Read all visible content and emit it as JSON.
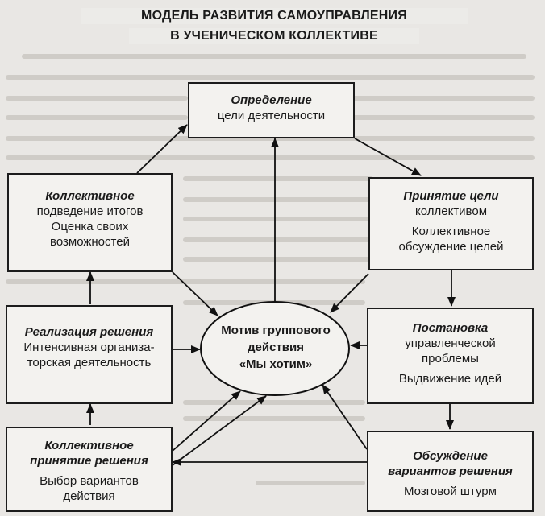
{
  "title": {
    "line1": "МОДЕЛЬ РАЗВИТИЯ САМОУПРАВЛЕНИЯ",
    "line2": "В УЧЕНИЧЕСКОМ  КОЛЛЕКТИВЕ"
  },
  "center": {
    "line1": "Мотив группового",
    "line2": "действия",
    "line3": "«Мы хотим»"
  },
  "boxes": {
    "definition": {
      "heading": "Определение",
      "text1": "цели деятельности"
    },
    "goal_acceptance": {
      "heading": "Принятие цели",
      "text1": "коллективом",
      "text2": "Коллективное",
      "text3": "обсуждение целей"
    },
    "problem_statement": {
      "heading": "Постановка",
      "text1": "управленческой",
      "text2": "проблемы",
      "text3": "Выдвижение идей"
    },
    "options_discussion": {
      "heading1": "Обсуждение",
      "heading2": "вариантов решения",
      "text1": "Мозговой штурм"
    },
    "collective_decision": {
      "heading1": "Коллективное",
      "heading2": "принятие решения",
      "text1": "Выбор вариантов",
      "text2": "действия"
    },
    "implementation": {
      "heading": "Реализация решения",
      "text1": "Интенсивная организа-",
      "text2": "торская деятельность"
    },
    "summary": {
      "heading": "Коллективное",
      "text1": "подведение итогов",
      "text2": "Оценка своих",
      "text3": "возможностей"
    }
  }
}
